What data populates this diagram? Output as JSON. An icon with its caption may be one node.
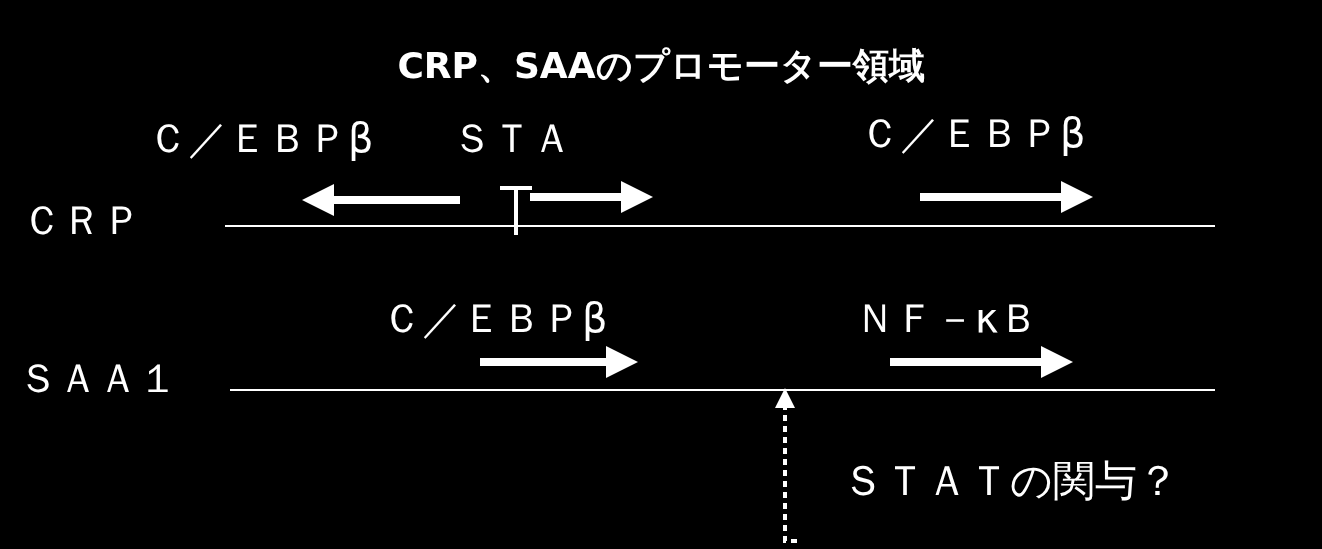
{
  "diagram": {
    "title": "CRP、SAAのプロモーター領域",
    "nodes": [
      {
        "text": [
          "ＳＴＡＴの関与？"
        ]
      },
      {
        "text": [],
        "shape": "bar"
      }
    ],
    "edges": [
      {
        "from": 0,
        "to": 1,
        "arrow": "to",
        "style": "dashed"
      }
    ],
    "labels": [
      "Ｃ／ＥＢＰβ",
      "ＳＴＡ",
      "Ｃ／ＥＢＰβ",
      "ＣＲＰ",
      "Ｃ／ＥＢＰβ",
      "ＮＦ－κＢ",
      "ＳＡＡ１"
    ]
  }
}
